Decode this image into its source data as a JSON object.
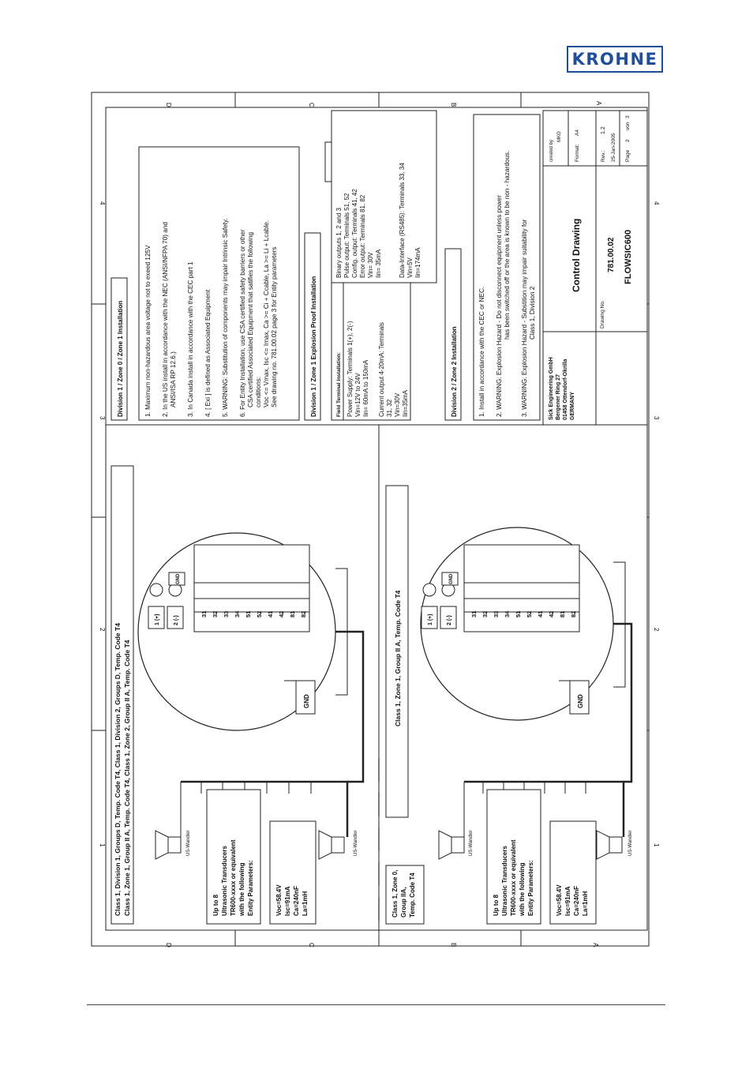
{
  "brand": {
    "logo_text": "KROHNE"
  },
  "grid": {
    "row_letters": [
      "D",
      "C",
      "B",
      "A"
    ],
    "col_numbers": [
      "1",
      "2",
      "3",
      "4"
    ]
  },
  "upper_panel": {
    "title_line1": "Class 1, Division 1, Groups D, Temp. Code T4, Class 1, Division 2, Groups D, Temp. Code T4",
    "title_line2": "Class 1, Zone 1, Group II A, Temp. Code T4, Class 1, Zone 2, Group II A, Temp. Code T4",
    "transducer_label": "US-Wandler",
    "transducer_label_lower": "US-Wandler",
    "transducer_box": [
      "Up to 8",
      "Ultrasonic Transducers",
      "TR600-xxxx or equivalent",
      "with the following",
      "Entity Parameters:"
    ],
    "params": [
      "Voc=58.4V",
      "Isc=91mA",
      "Ca=240nF",
      "La=1mH"
    ],
    "gnd_label": "GND",
    "terminal_top": [
      "1 (+)",
      "GND"
    ],
    "terminal_minus": "2 (-)",
    "terminals": [
      "31",
      "32",
      "33",
      "34",
      "51",
      "52",
      "41",
      "42",
      "81",
      "82"
    ]
  },
  "lower_panel": {
    "zone_box": [
      "Class 1, Zone 0,",
      "Group IIA,",
      "Temp. Code T4"
    ],
    "title": "Class 1, Zone 1, Group II A, Temp. Code T4",
    "transducer_label": "US-Wandler",
    "transducer_label_lower": "US-Wandler",
    "transducer_box": [
      "Up to 8",
      "Ultrasonic Transducers",
      "TR600-xxxx or equivalent",
      "with the following",
      "Entity Parameters:"
    ],
    "params": [
      "Voc=58.4V",
      "Isc=91mA",
      "Ca=240nF",
      "La=1mH"
    ],
    "gnd_label": "GND",
    "terminal_top": [
      "1 (+)",
      "GND"
    ],
    "terminal_minus": "2 (-)",
    "terminals": [
      "31",
      "32",
      "33",
      "34",
      "51",
      "52",
      "41",
      "42",
      "81",
      "82"
    ]
  },
  "notes_div1": {
    "title": "Division 1 / Zone 0 / Zone 1 Installation",
    "lines": [
      "1. Maximum non-hazardous area voltage not to exeed 125V",
      "2. In the US install in accordance with the NEC (ANSI/NFPA 70) and",
      "ANSI/ISA RP 12.6.)",
      "3. In Canada install in accordance with the CEC part 1",
      "4. [ Exi ] is defined as Associated Equipment",
      "5. WARNING: Substitution of components may impair Intrinsic Safety.",
      "6. For Entity Installation, use CSA certified safety barriers or other",
      "CSA certified Associated Equipment that satifies the following",
      "conditions:",
      "Voc <= Vmax, Isc <= Imax, Ca >= Ci + Ccable, La >= Li + Lcable.",
      "See drawing no. 781.00.02 page 3 for Entity parameters"
    ]
  },
  "notes_explosion": {
    "title": "Division 1 / Zone 1 Explosion Proof Installation",
    "field_title": "Field Terminal Installation:",
    "field_lines": [
      "Power Supply: Terminals 1(+), 2(-)",
      "Vin=12V to 24V",
      "Iin= 60mA to 150mA",
      "",
      "Current output 4-20mA: Terminals",
      "31, 32",
      "Vin=30V",
      "Iin=35mA"
    ],
    "right_lines": [
      "Binary outputs 1, 2 and 3",
      "Pulse output: Terminals 51, 52",
      "Config. output: Terminals 41, 42",
      "Error output: Terminals 81, 82",
      "Vin= 30V",
      "Iin= 35mA",
      "",
      "Data-Interface (RS485): Terminals 33, 34",
      "Vin=5V",
      "Iin=174mA"
    ]
  },
  "notes_div2": {
    "title": "Division 2 / Zone 2 Installation",
    "lines": [
      "1. Install in accordance with the CEC or NEC.",
      "2. WARNING: Explosion Hazard - Do not disconnect equipment unless power",
      "has been switched off or the area is known to be non - hazardous.",
      "3. WARNING: Explosion Hazard - Substition may impair suitability for",
      "Class 1, Division 2"
    ]
  },
  "title_block": {
    "company": [
      "Sick Engineering GmbH",
      "Bergener Ring 27",
      "01458 Ottendorf-Okrilla",
      "GERMANY"
    ],
    "title": "Control Drawing",
    "drawing_no_label": "Drawing No.",
    "drawing_no": "781.00.02",
    "product": "FLOWSIC600",
    "created_by_label": "created by",
    "created_by": "MKO",
    "format_label": "Format:",
    "format": "A4",
    "rev_label": "Rev.:",
    "rev": "1.2",
    "date": "25-Jan-2005",
    "page_label": "Page",
    "page": "2",
    "von_label": "von",
    "pages": "3"
  }
}
